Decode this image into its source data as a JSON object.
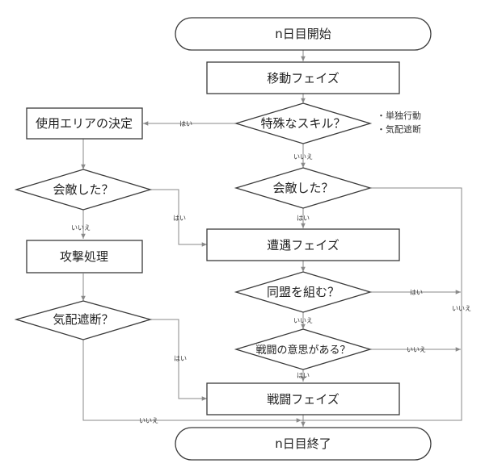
{
  "nodes": {
    "day_start": "n日目開始",
    "move_phase": "移動フェイズ",
    "special_skill": "特殊なスキル？",
    "skill_note_1": "・単独行動",
    "skill_note_2": "・気配遮断",
    "area_decision": "使用エリアの決定",
    "meet_left": "会敵した？",
    "meet_right": "会敵した？",
    "attack": "攻撃処理",
    "encounter_phase": "遭遇フェイズ",
    "presence_block": "気配遮断？",
    "alliance": "同盟を組む？",
    "battle_intent": "戦闘の意思がある？",
    "battle_phase": "戦闘フェイズ",
    "day_end": "n日目終了"
  },
  "edge_labels": {
    "yes": "はい",
    "no": "いいえ"
  },
  "colors": {
    "shape_stroke": "#3a3a3a",
    "edge": "#8a8a8a",
    "text": "#222222"
  }
}
